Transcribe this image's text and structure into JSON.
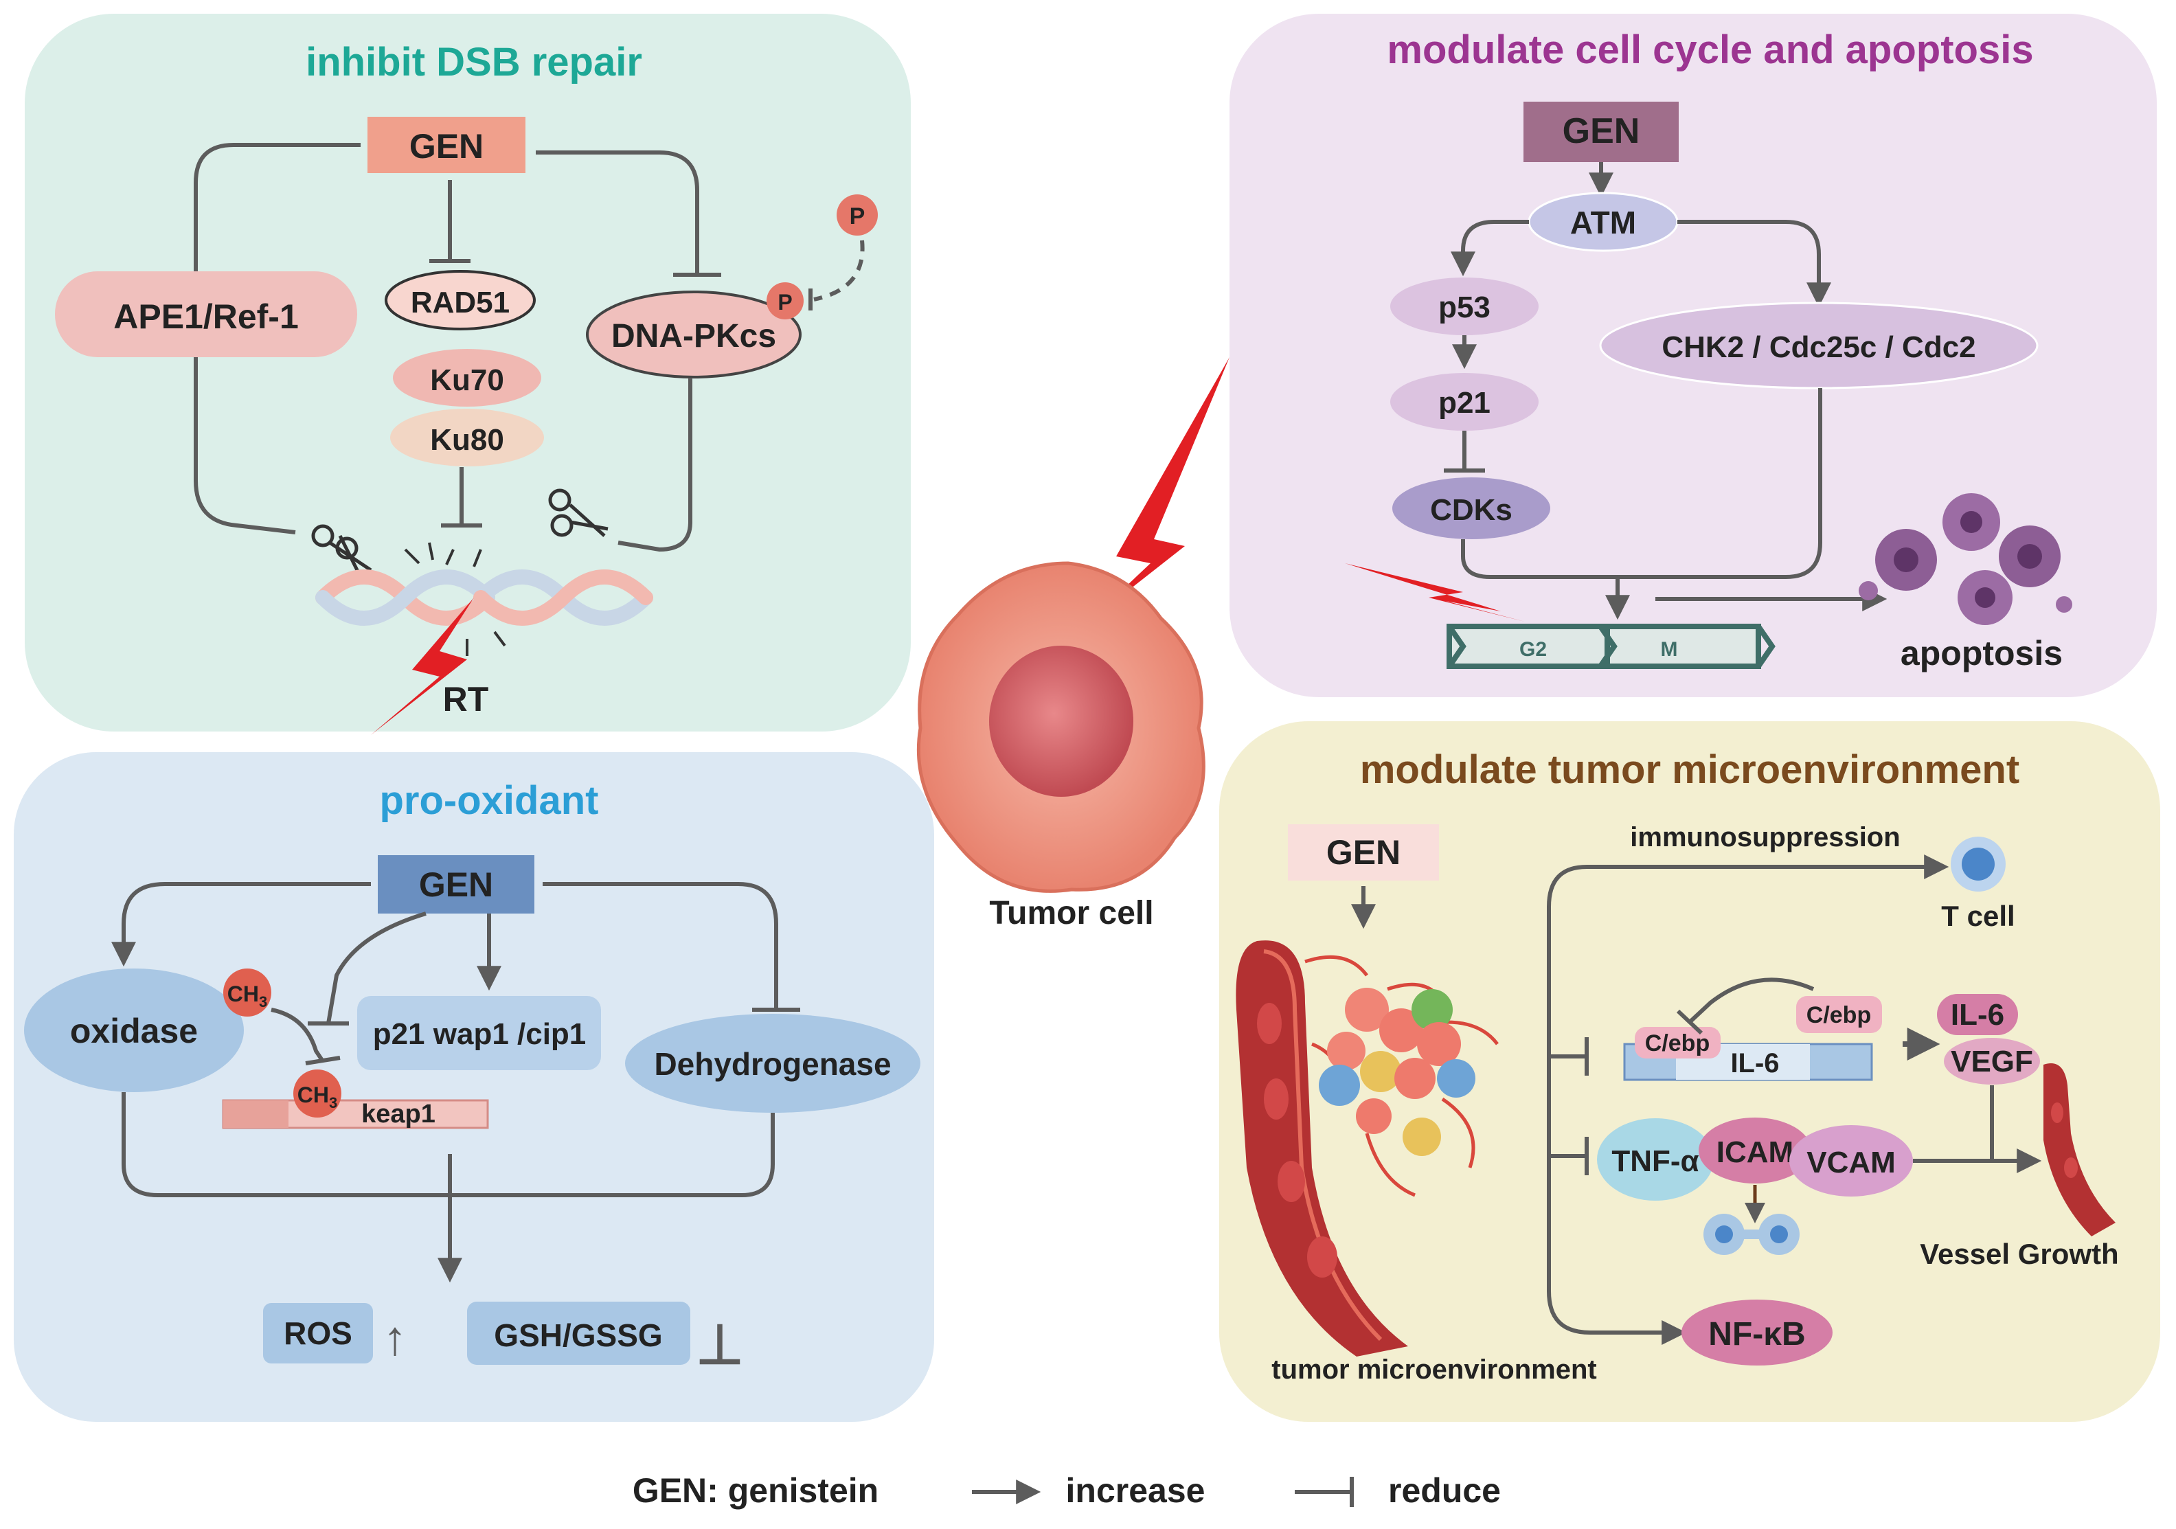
{
  "panels": {
    "dsb": {
      "title": "inhibit DSB repair",
      "gen": "GEN",
      "ape1": "APE1/Ref-1",
      "rad51": "RAD51",
      "ku70": "Ku70",
      "ku80": "Ku80",
      "dnapkcs": "DNA-PKcs",
      "p": "P",
      "rt": "RT"
    },
    "cell_cycle": {
      "title": "modulate cell cycle and apoptosis",
      "gen": "GEN",
      "atm": "ATM",
      "p53": "p53",
      "p21": "p21",
      "cdks": "CDKs",
      "chk2": "CHK2 / Cdc25c / Cdc2",
      "g2": "G2",
      "m": "M",
      "apoptosis": "apoptosis"
    },
    "pro_oxidant": {
      "title": "pro-oxidant",
      "gen": "GEN",
      "oxidase": "oxidase",
      "p21wap": "p21 wap1 /cip1",
      "dehydrogenase": "Dehydrogenase",
      "keap1": "keap1",
      "ch3": "CH",
      "ch3_sub": "3",
      "ros": "ROS",
      "ros_arrow": "↑",
      "gsh": "GSH/GSSG",
      "gsh_arrow": "⊥"
    },
    "tme": {
      "title": "modulate tumor  microenvironment",
      "gen": "GEN",
      "immunosuppression": "immunosuppression",
      "tcell": "T cell",
      "cebp1": "C/ebp",
      "cebp2": "C/ebp",
      "il6_gene": "IL-6",
      "il6": "IL-6",
      "vegf": "VEGF",
      "tnf": "TNF-α",
      "icam": "ICAM",
      "vcam": "VCAM",
      "nfkb": "NF-κB",
      "vessel": "Vessel Growth",
      "tme_label": "tumor microenvironment"
    }
  },
  "center": {
    "tumor_cell": "Tumor cell"
  },
  "legend": {
    "gen": "GEN: genistein",
    "increase": "increase",
    "reduce": "reduce"
  },
  "colors": {
    "teal_bg": "#dcefe9",
    "purple_bg": "#efe3f1",
    "blue_bg": "#dce8f3",
    "yellow_bg": "#f3efd1",
    "teal_title": "#1da896",
    "purple_title": "#9c3591",
    "blue_title": "#2b9ed6",
    "brown_title": "#7a4a1e",
    "line": "#5c5c5c"
  }
}
